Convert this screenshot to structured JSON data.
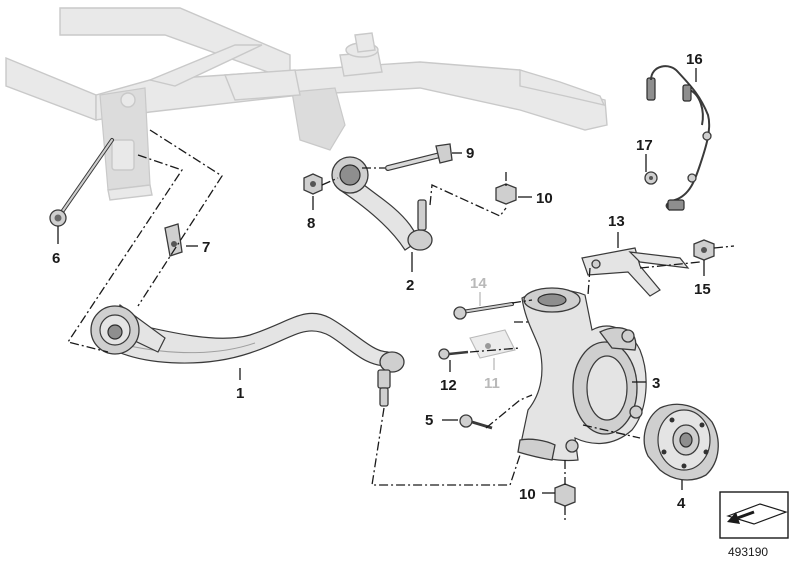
{
  "diagram_id": "493190",
  "callouts": [
    {
      "id": "1",
      "label": "1",
      "muted": false
    },
    {
      "id": "2",
      "label": "2",
      "muted": false
    },
    {
      "id": "3",
      "label": "3",
      "muted": false
    },
    {
      "id": "4",
      "label": "4",
      "muted": false
    },
    {
      "id": "5",
      "label": "5",
      "muted": false
    },
    {
      "id": "6",
      "label": "6",
      "muted": false
    },
    {
      "id": "7",
      "label": "7",
      "muted": false
    },
    {
      "id": "8",
      "label": "8",
      "muted": false
    },
    {
      "id": "9",
      "label": "9",
      "muted": false
    },
    {
      "id": "10a",
      "label": "10",
      "muted": false
    },
    {
      "id": "10b",
      "label": "10",
      "muted": false
    },
    {
      "id": "11",
      "label": "11",
      "muted": true
    },
    {
      "id": "12",
      "label": "12",
      "muted": false
    },
    {
      "id": "13",
      "label": "13",
      "muted": false
    },
    {
      "id": "14",
      "label": "14",
      "muted": true
    },
    {
      "id": "15",
      "label": "15",
      "muted": false
    },
    {
      "id": "16",
      "label": "16",
      "muted": false
    },
    {
      "id": "17",
      "label": "17",
      "muted": false
    }
  ]
}
